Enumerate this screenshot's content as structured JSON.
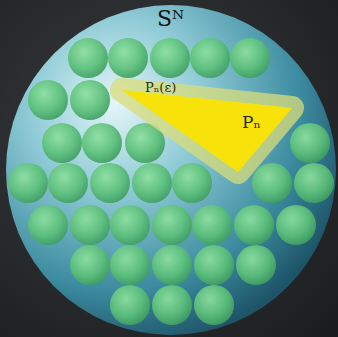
{
  "diagram": {
    "nodes": [
      {
        "text": [
          "Sᴺ"
        ]
      },
      {
        "text": [
          "Pₙ(ε)"
        ],
        "in": 0
      },
      {
        "text": [
          "Pₙ"
        ],
        "in": 1
      }
    ]
  }
}
